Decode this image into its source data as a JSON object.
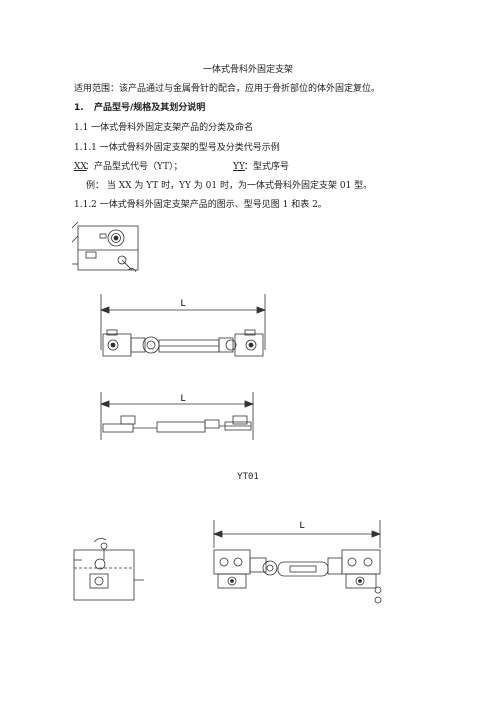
{
  "doc": {
    "title": "一体式骨科外固定支架",
    "scope": "适用范围：该产品通过与金属骨针的配合，应用于骨折部位的体外固定复位。",
    "section1_num": "1.",
    "section1_title": "产品型号/规格及其划分说明",
    "s1_1": "1.1 一体式骨科外固定支架产品的分类及命名",
    "s1_1_1": "1.1.1 一体式骨科外固定支架的型号及分类代号示例",
    "code_xx": "XX",
    "code_xx_desc": "：产品型式代号（YT）；",
    "code_yy": "YY",
    "code_yy_desc": "：型式序号",
    "example": "例：  当 XX 为 YT 时，YY 为 01 时，为一体式骨科外固定支架 01 型。",
    "s1_1_2": "1.1.2 一体式骨科外固定支架产品的图示、型号见图 1 和表 2。"
  },
  "figures": {
    "dim_label": "L",
    "caption_yt01": "YT01"
  }
}
